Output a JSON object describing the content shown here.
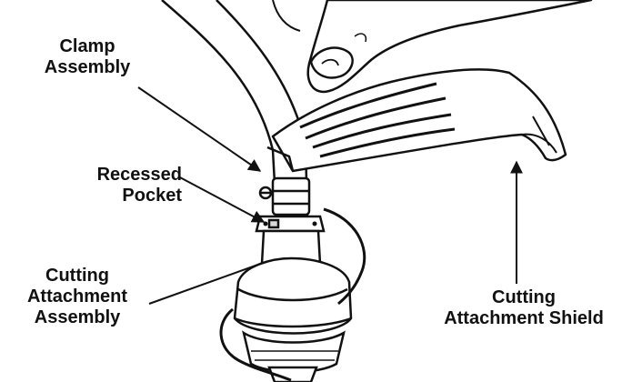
{
  "labels": {
    "clamp_assembly": [
      "Clamp",
      "Assembly"
    ],
    "recessed_pocket": [
      "Recessed",
      "Pocket"
    ],
    "cutting_attachment_assembly": [
      "Cutting",
      "Attachment",
      "Assembly"
    ],
    "cutting_attachment_shield": [
      "Cutting",
      "Attachment Shield"
    ]
  },
  "colors": {
    "ink": "#111111",
    "paper": "#ffffff",
    "shade": "#d9d9d9"
  }
}
